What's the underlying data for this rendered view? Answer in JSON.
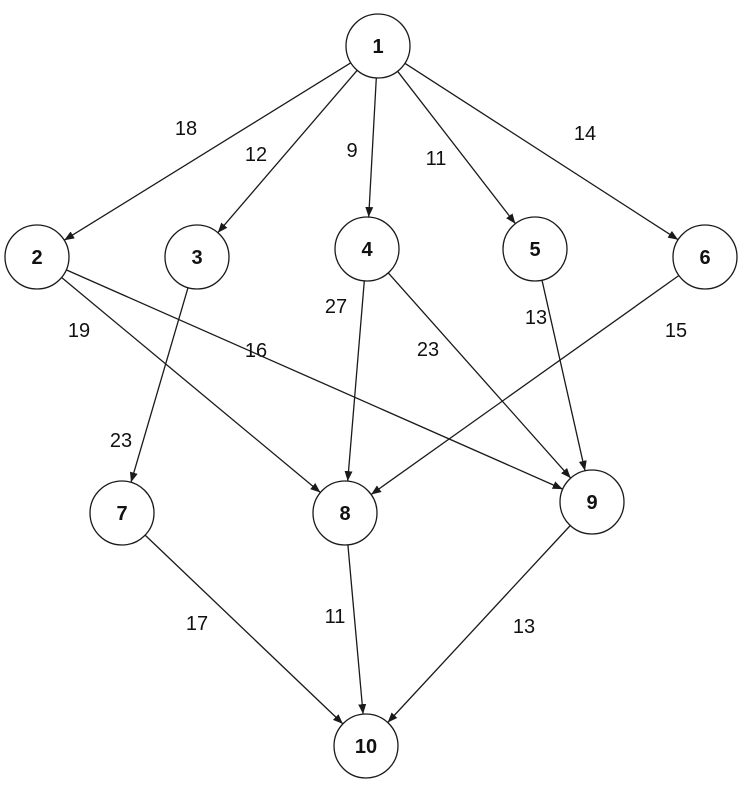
{
  "graph": {
    "nodes": [
      {
        "id": "n1",
        "label": "1"
      },
      {
        "id": "n2",
        "label": "2"
      },
      {
        "id": "n3",
        "label": "3"
      },
      {
        "id": "n4",
        "label": "4"
      },
      {
        "id": "n5",
        "label": "5"
      },
      {
        "id": "n6",
        "label": "6"
      },
      {
        "id": "n7",
        "label": "7"
      },
      {
        "id": "n8",
        "label": "8"
      },
      {
        "id": "n9",
        "label": "9"
      },
      {
        "id": "n10",
        "label": "10"
      }
    ],
    "edges": [
      {
        "from": "n1",
        "to": "n2",
        "weight": "18"
      },
      {
        "from": "n1",
        "to": "n3",
        "weight": "12"
      },
      {
        "from": "n1",
        "to": "n4",
        "weight": "9"
      },
      {
        "from": "n1",
        "to": "n5",
        "weight": "11"
      },
      {
        "from": "n1",
        "to": "n6",
        "weight": "14"
      },
      {
        "from": "n2",
        "to": "n8",
        "weight": "19"
      },
      {
        "from": "n2",
        "to": "n9",
        "weight": "16"
      },
      {
        "from": "n3",
        "to": "n7",
        "weight": "23"
      },
      {
        "from": "n4",
        "to": "n8",
        "weight": "27"
      },
      {
        "from": "n4",
        "to": "n9",
        "weight": "23"
      },
      {
        "from": "n5",
        "to": "n9",
        "weight": "13"
      },
      {
        "from": "n6",
        "to": "n8",
        "weight": "15"
      },
      {
        "from": "n7",
        "to": "n10",
        "weight": "17"
      },
      {
        "from": "n8",
        "to": "n10",
        "weight": "11"
      },
      {
        "from": "n9",
        "to": "n10",
        "weight": "13"
      }
    ]
  }
}
